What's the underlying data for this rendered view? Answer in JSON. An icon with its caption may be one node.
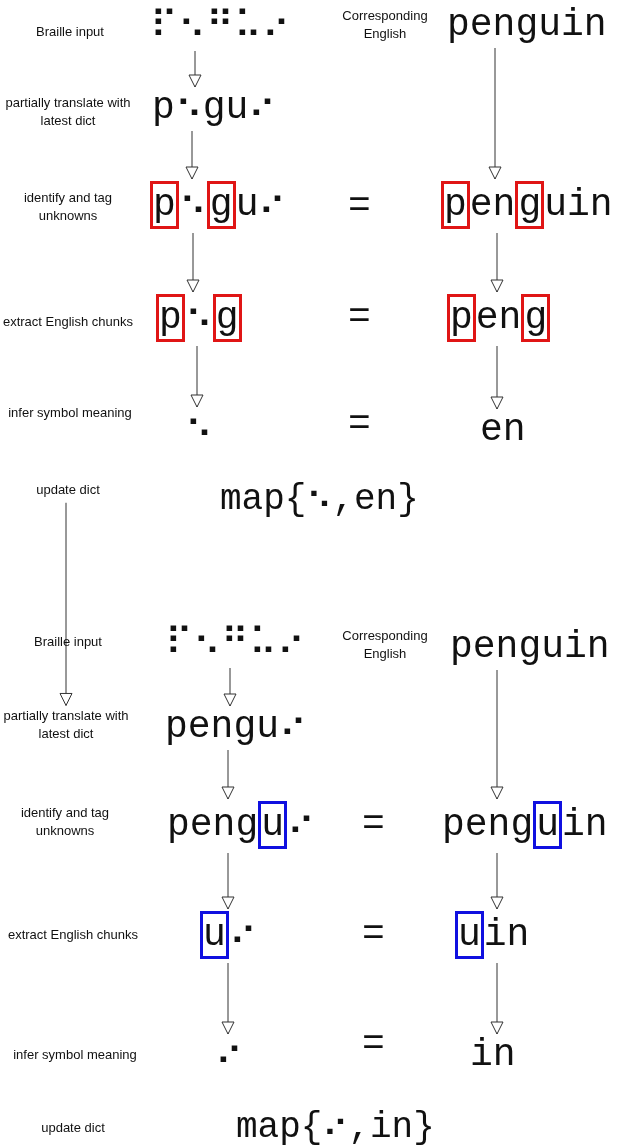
{
  "diagram": {
    "nodes": [
      {
        "text": [
          "⠏⠢⠛⠥⠔"
        ]
      },
      {
        "text": [
          "penguin"
        ],
        "beside": [
          "Corresponding English"
        ]
      },
      {
        "text": [
          "p⠢gu⠔"
        ]
      },
      {
        "text": [
          "p",
          "⠢",
          "g",
          "u⠔"
        ]
      },
      {
        "text": [
          "p",
          "en",
          "g",
          "uin"
        ]
      },
      {
        "text": [
          "p",
          "⠢",
          "g"
        ]
      },
      {
        "text": [
          "p",
          "en",
          "g"
        ]
      },
      {
        "text": [
          "⠢"
        ]
      },
      {
        "text": [
          "en"
        ]
      },
      {
        "text": [
          "update dict"
        ]
      },
      {
        "text": [
          "⠏⠢⠛⠥⠔"
        ]
      },
      {
        "text": [
          "penguin"
        ],
        "beside": [
          "Corresponding English"
        ]
      },
      {
        "text": [
          "partially translate with latest dict"
        ]
      },
      {
        "text": [
          "pengu⠔"
        ]
      },
      {
        "text": [
          "peng",
          "u",
          "⠔"
        ]
      },
      {
        "text": [
          "peng",
          "u",
          "in"
        ]
      },
      {
        "text": [
          "u",
          "⠔"
        ]
      },
      {
        "text": [
          "u",
          "in"
        ]
      },
      {
        "text": [
          "⠔"
        ]
      },
      {
        "text": [
          "in"
        ]
      }
    ],
    "edges": [
      {
        "from": 0,
        "to": 2,
        "arrow": "to"
      },
      {
        "from": 2,
        "to": 3,
        "arrow": "to"
      },
      {
        "from": 3,
        "to": 5,
        "arrow": "to"
      },
      {
        "from": 5,
        "to": 7,
        "arrow": "to"
      },
      {
        "from": 1,
        "to": 4,
        "arrow": "to"
      },
      {
        "from": 4,
        "to": 6,
        "arrow": "to"
      },
      {
        "from": 6,
        "to": 8,
        "arrow": "to"
      },
      {
        "from": 9,
        "to": 12,
        "arrow": "to"
      },
      {
        "from": 10,
        "to": 13,
        "arrow": "to"
      },
      {
        "from": 13,
        "to": 14,
        "arrow": "to"
      },
      {
        "from": 14,
        "to": 16,
        "arrow": "to"
      },
      {
        "from": 16,
        "to": 18,
        "arrow": "to"
      },
      {
        "from": 11,
        "to": 15,
        "arrow": "to"
      },
      {
        "from": 15,
        "to": 17,
        "arrow": "to"
      },
      {
        "from": 17,
        "to": 19,
        "arrow": "to"
      }
    ],
    "labels": [
      "Braille input",
      "partially translate with latest dict",
      "identify and tag unknowns",
      "=",
      "extract English chunks",
      "=",
      "infer symbol meaning",
      "=",
      "map{⠢,en}",
      "Braille input",
      "identify and tag unknowns",
      "=",
      "extract English chunks",
      "=",
      "infer symbol meaning",
      "=",
      "update dict",
      "map{⠔,in}"
    ]
  }
}
